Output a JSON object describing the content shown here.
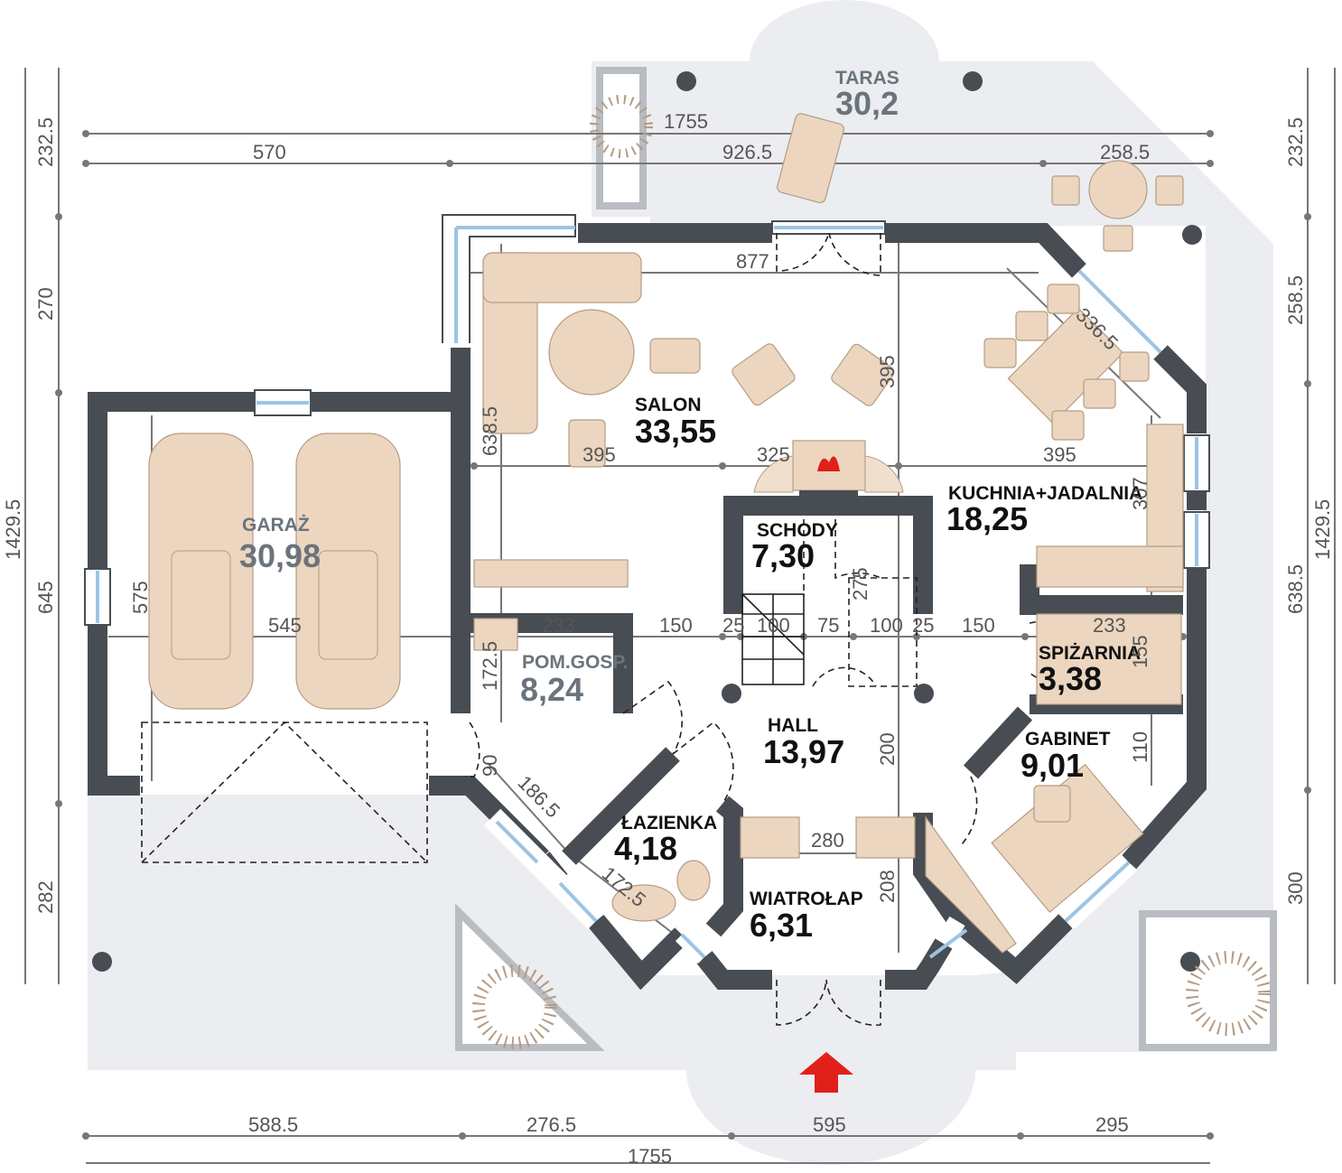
{
  "rooms": {
    "taras": {
      "name": "TARAS",
      "area": "30,2"
    },
    "salon": {
      "name": "SALON",
      "area": "33,55"
    },
    "kuchnia": {
      "name": "KUCHNIA+JADALNIA",
      "area": "18,25"
    },
    "schody": {
      "name": "SCHODY",
      "area": "7,30"
    },
    "garaz": {
      "name": "GARAŻ",
      "area": "30,98"
    },
    "pomgosp": {
      "name": "POM.GOSP.",
      "area": "8,24"
    },
    "spizarnia": {
      "name": "SPIŻARNIA",
      "area": "3,38"
    },
    "hall": {
      "name": "HALL",
      "area": "13,97"
    },
    "gabinet": {
      "name": "GABINET",
      "area": "9,01"
    },
    "lazienka": {
      "name": "ŁAZIENKA",
      "area": "4,18"
    },
    "wiatrolap": {
      "name": "WIATROŁAP",
      "area": "6,31"
    }
  },
  "dimensions": {
    "top": [
      "1755",
      "570",
      "926.5",
      "258.5"
    ],
    "left": [
      "232.5",
      "270",
      "645",
      "282",
      "1429.5"
    ],
    "right": [
      "232.5",
      "258.5",
      "1429.5",
      "638.5",
      "300"
    ],
    "bottom": [
      "588.5",
      "276.5",
      "595",
      "295",
      "1755"
    ],
    "interior": [
      "877",
      "336.5",
      "395",
      "325",
      "395",
      "395",
      "638.5",
      "307",
      "575",
      "545",
      "233",
      "150",
      "25",
      "100",
      "75",
      "100",
      "25",
      "150",
      "233",
      "172.5",
      "155",
      "90",
      "186.5",
      "172.5",
      "280",
      "208",
      "200",
      "110",
      "275"
    ]
  },
  "colors": {
    "wall": "#474d52",
    "terrace": "#ebedf0",
    "furniture": "#ecd6bf",
    "entrance_arrow": "#e0201b",
    "glass": "#9cc4e4"
  }
}
